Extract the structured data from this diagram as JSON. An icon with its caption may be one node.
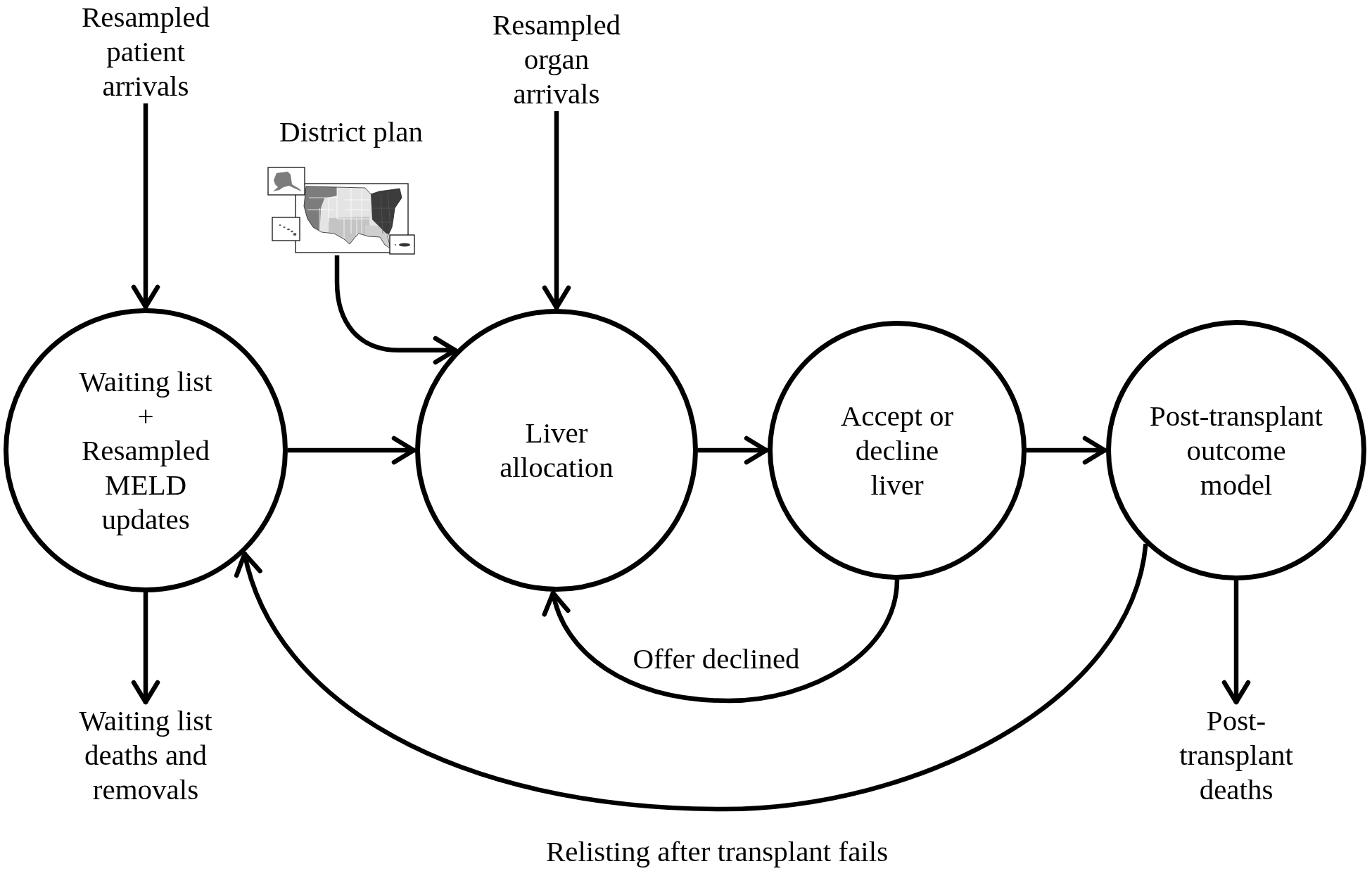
{
  "diagram": {
    "nodes": [
      {
        "text": [
          "Resampled patient arrivals"
        ]
      },
      {
        "text": [],
        "shape": "picture",
        "beside": [
          "District plan"
        ]
      },
      {
        "text": [
          "Resampled organ arrivals"
        ]
      },
      {
        "text": [
          "Waiting list + Resampled MELD updates"
        ]
      },
      {
        "text": [
          "Liver allocation"
        ]
      },
      {
        "text": [
          "Accept or decline liver"
        ]
      },
      {
        "text": [
          "Post-transplant outcome model"
        ]
      },
      {
        "text": [
          "Waiting list deaths and removals"
        ]
      },
      {
        "text": [
          "Post-transplant deaths"
        ]
      }
    ],
    "edges": [
      {
        "from": 0,
        "to": 3,
        "arrow": "to"
      },
      {
        "from": 1,
        "to": 4,
        "arrow": "to"
      },
      {
        "from": 2,
        "to": 4,
        "arrow": "to"
      },
      {
        "from": 3,
        "to": 4,
        "arrow": "to"
      },
      {
        "from": 4,
        "to": 5,
        "arrow": "to"
      },
      {
        "from": 5,
        "to": 6,
        "arrow": "to"
      },
      {
        "from": 5,
        "to": 4,
        "arrow": "to",
        "label": "Offer declined"
      },
      {
        "from": 6,
        "to": 3,
        "arrow": "to",
        "label": "Relisting after transplant fails"
      },
      {
        "from": 3,
        "to": 7,
        "arrow": "to"
      },
      {
        "from": 6,
        "to": 8,
        "arrow": "to"
      }
    ]
  }
}
